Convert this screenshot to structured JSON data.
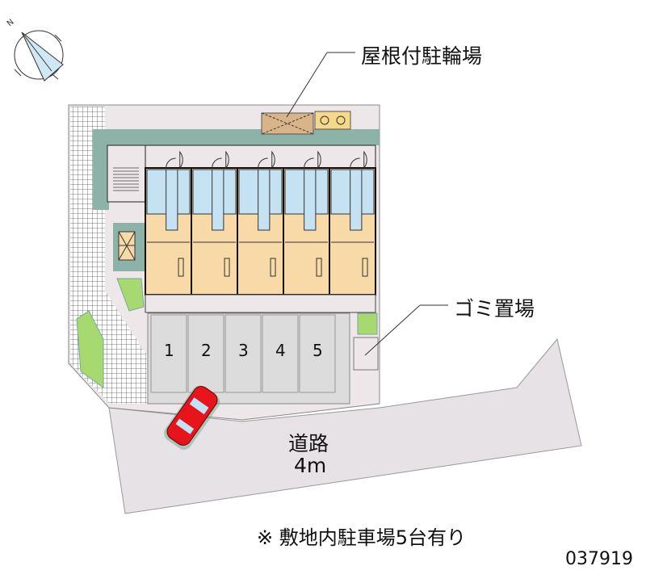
{
  "labels": {
    "bicycle_parking": "屋根付駐輪場",
    "garbage": "ゴミ置場",
    "road": "道路",
    "road_width": "4m",
    "note": "※ 敷地内駐車場5台有り",
    "property_code": "037919",
    "north": "N"
  },
  "parking_spaces": [
    "1",
    "2",
    "3",
    "4",
    "5"
  ],
  "unit_count": 5,
  "colors": {
    "ground": "#ede7ea",
    "road": "#e6e2e6",
    "parking": "#dcdcdc",
    "room_orange": "#f8d9a8",
    "room_blue": "#c4e2f2",
    "shadow": "#8db3a9",
    "green": "#a8d870",
    "car": "#e8141c"
  }
}
